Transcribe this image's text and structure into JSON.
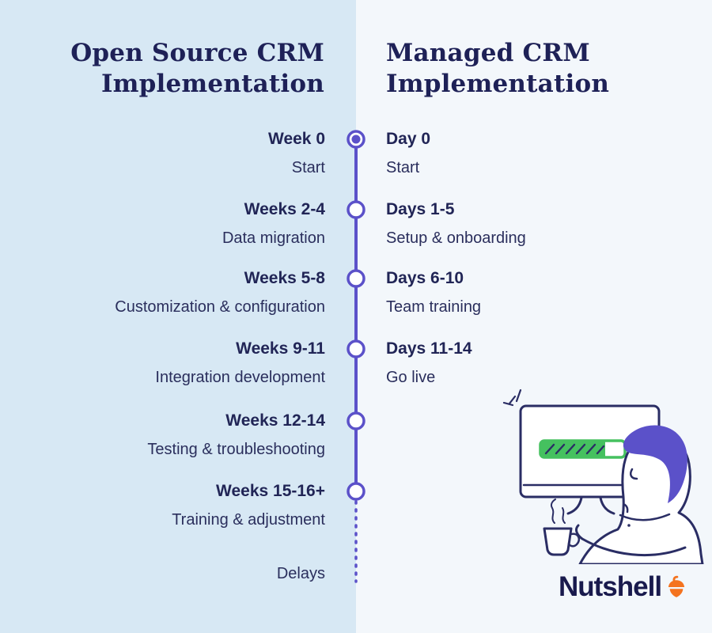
{
  "left_column": {
    "title_line1": "Open Source CRM",
    "title_line2": "Implementation",
    "rows": [
      {
        "label": "Week 0",
        "desc": "Start"
      },
      {
        "label": "Weeks 2-4",
        "desc": "Data migration"
      },
      {
        "label": "Weeks 5-8",
        "desc": "Customization & configuration"
      },
      {
        "label": "Weeks 9-11",
        "desc": "Integration development"
      },
      {
        "label": "Weeks 12-14",
        "desc": "Testing & troubleshooting"
      },
      {
        "label": "Weeks 15-16+",
        "desc": "Training & adjustment"
      },
      {
        "label": "",
        "desc": "Delays"
      }
    ]
  },
  "right_column": {
    "title_line1": "Managed CRM",
    "title_line2": "Implementation",
    "rows": [
      {
        "label": "Day 0",
        "desc": "Start"
      },
      {
        "label": "Days 1-5",
        "desc": "Setup & onboarding"
      },
      {
        "label": "Days 6-10",
        "desc": "Team training"
      },
      {
        "label": "Days 11-14",
        "desc": "Go live"
      }
    ]
  },
  "timeline": {
    "node_count": 6,
    "first_node_style": "filled",
    "dashed_tail_meaning": "Delays"
  },
  "illustration": {
    "monitor": "computer-monitor-with-progress-bar",
    "progress_fill_ratio": 0.78,
    "person": "person-with-purple-hair-drinking-coffee",
    "coffee_cup": "steaming-coffee-cup"
  },
  "brand": {
    "name": "Nutshell",
    "icon": "acorn"
  },
  "colors": {
    "left_bg": "#D7E8F4",
    "right_bg": "#F3F7FB",
    "accent_purple": "#5B51C9",
    "text_navy": "#212556",
    "heading_navy": "#1E2157",
    "progress_green": "#45C15F",
    "acorn_orange": "#F4731F",
    "logo_navy": "#191A4D"
  }
}
